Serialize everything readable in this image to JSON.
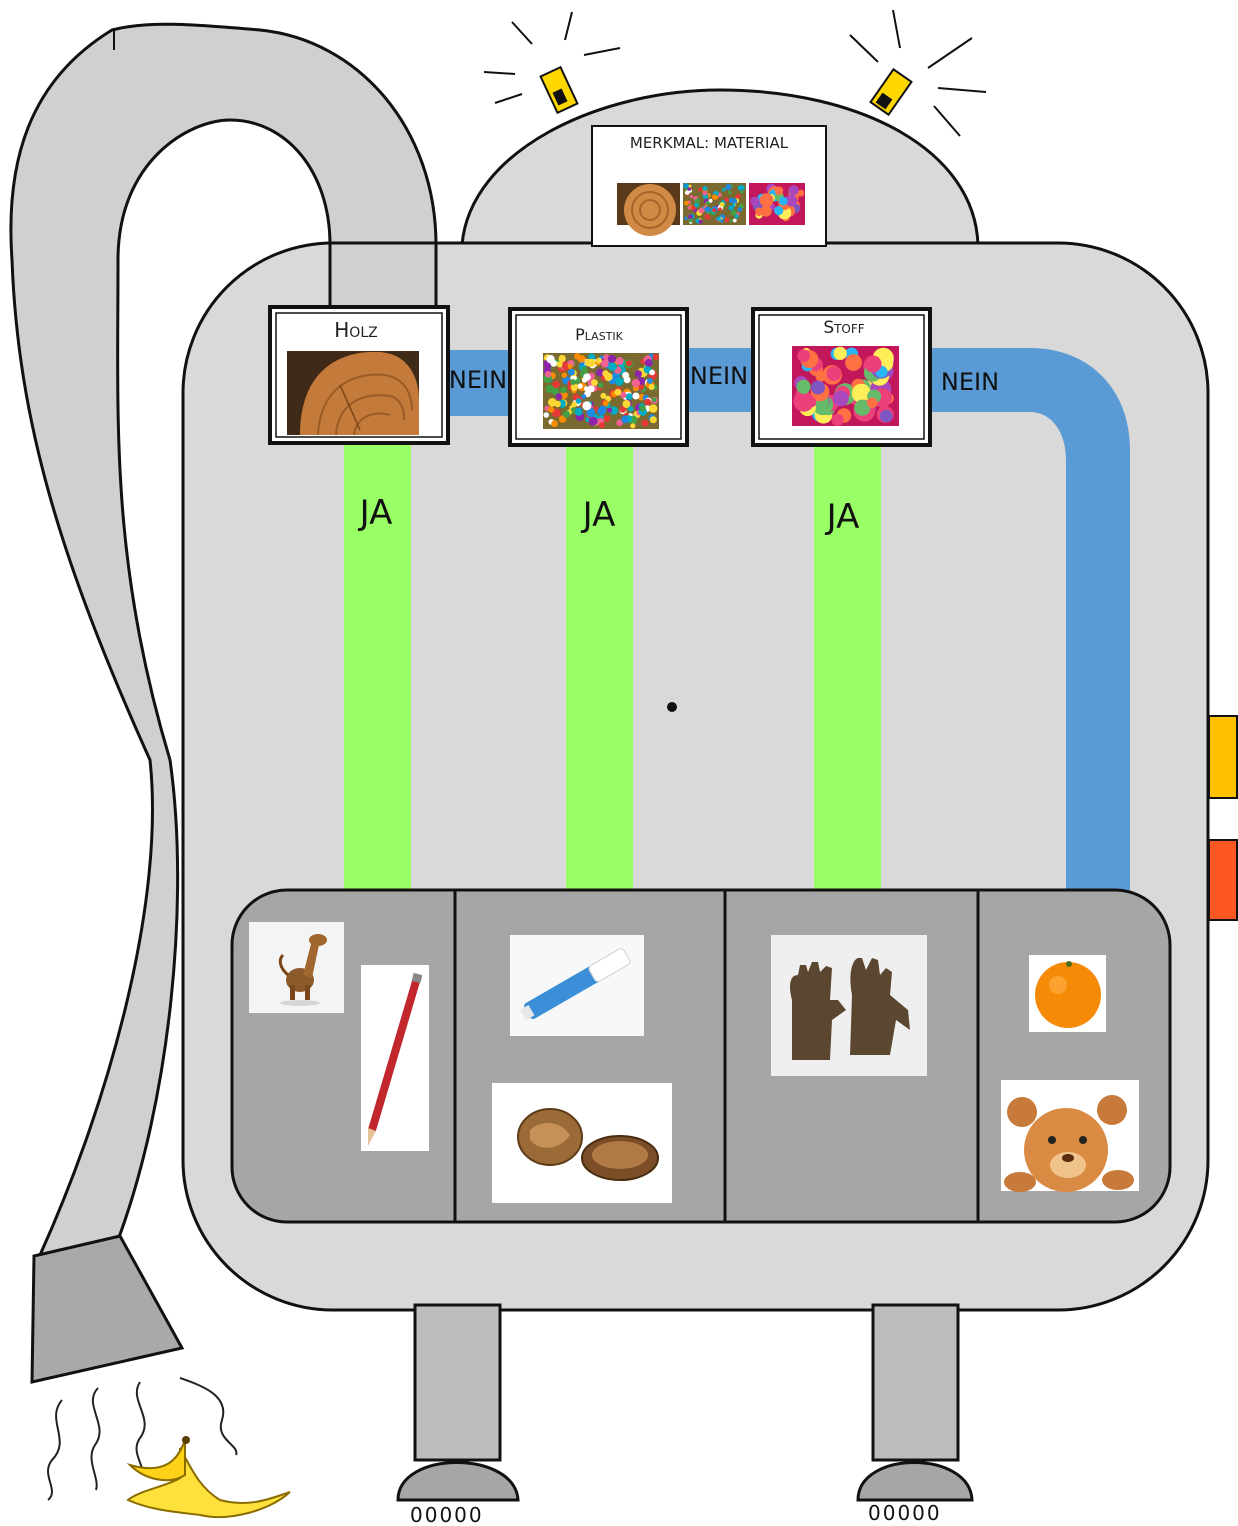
{
  "header_card": {
    "title": "MERKMAL: MATERIAL",
    "thumbnails": [
      "wood-thumbnail",
      "plastic-beads-thumbnail",
      "fabric-thumbnail"
    ]
  },
  "sorting_cards": [
    {
      "title": "Holz",
      "image": "wood-slice-photo",
      "no_label": "NEIN",
      "yes_label": "JA"
    },
    {
      "title": "Plastik",
      "image": "plastic-beads-photo",
      "no_label": "NEIN",
      "yes_label": "JA"
    },
    {
      "title": "Stoff",
      "image": "fabric-toys-photo",
      "no_label": "NEIN",
      "yes_label": "JA"
    }
  ],
  "bins": [
    {
      "items": [
        "wooden-giraffe-photo",
        "pencil-photo"
      ]
    },
    {
      "items": [
        "marker-pen-photo",
        "walnut-photo"
      ]
    },
    {
      "items": [
        "gloves-photo"
      ]
    },
    {
      "items": [
        "orange-photo",
        "teddy-bear-photo"
      ]
    }
  ],
  "feet_label": "00000",
  "colors": {
    "machine_body": "#d9d9d9",
    "hose": "#d0d0d0",
    "yes_path": "#99ff66",
    "no_path": "#5b9bd5",
    "bin_tray": "#a6a6a6",
    "lamp": "#ffd700",
    "button_top": "#ffc000",
    "button_bottom": "#ff5722"
  }
}
